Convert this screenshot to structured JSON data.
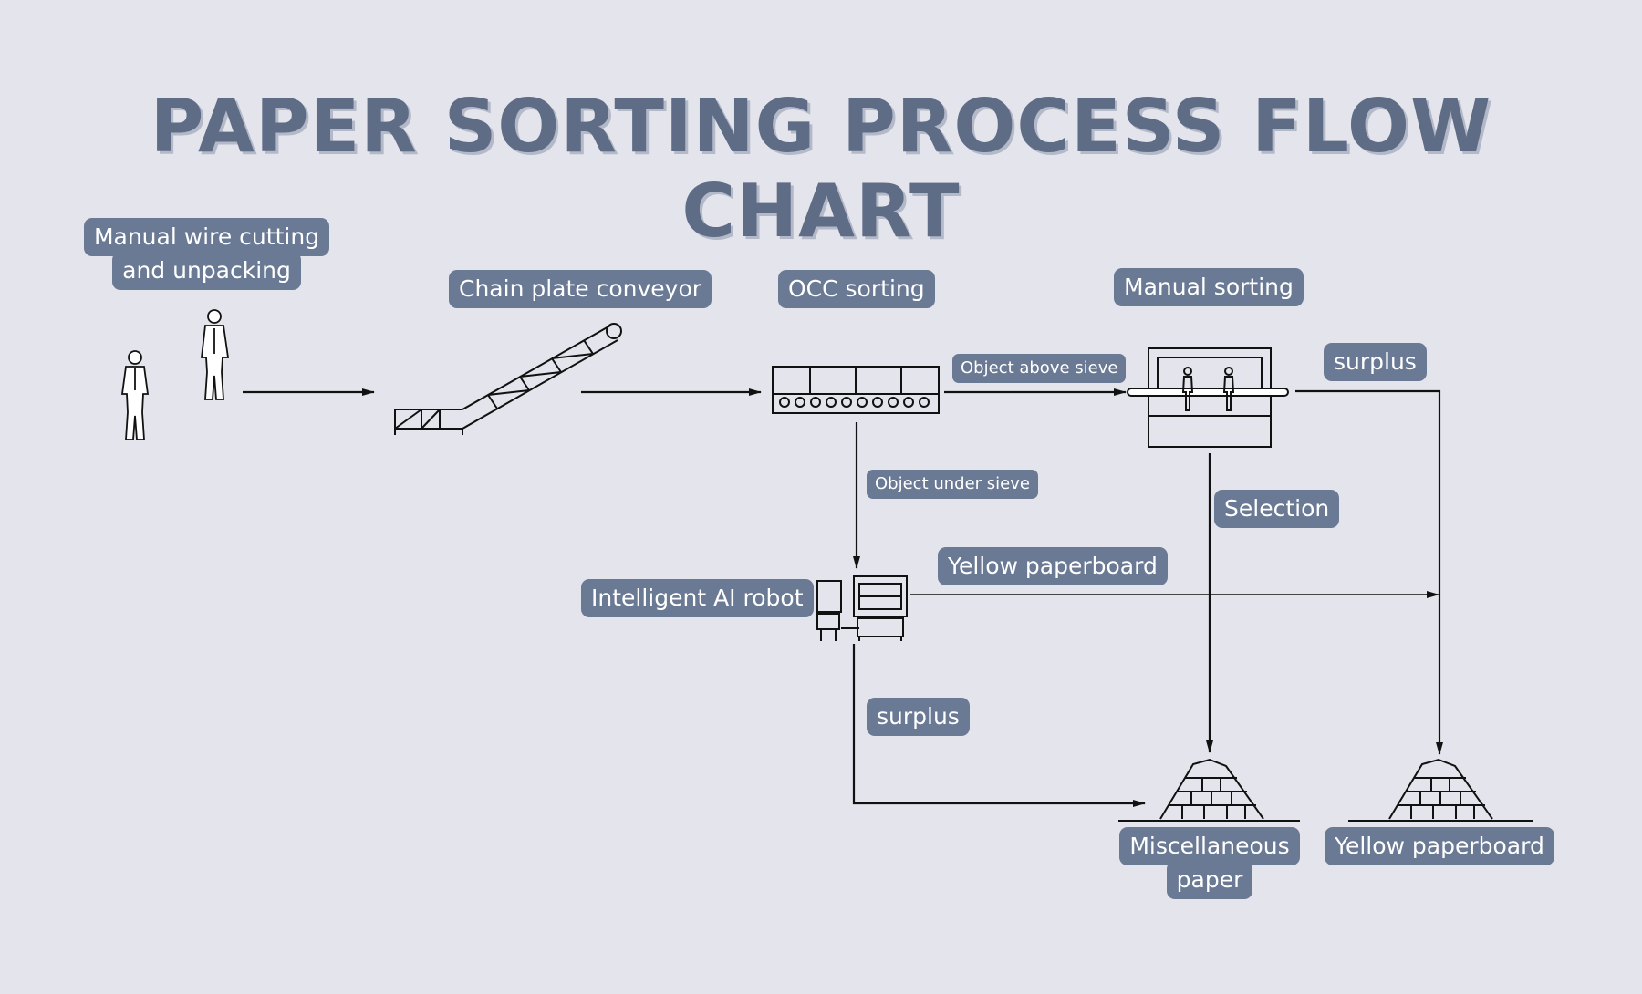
{
  "title": "PAPER SORTING PROCESS FLOW CHART",
  "nodes": {
    "manual_cutting": {
      "line1": "Manual wire cutting",
      "line2": "and unpacking"
    },
    "chain_conveyor": {
      "label": "Chain plate conveyor"
    },
    "occ_sorting": {
      "label": "OCC sorting"
    },
    "manual_sorting": {
      "label": "Manual sorting"
    },
    "ai_robot": {
      "label": "Intelligent AI robot"
    },
    "misc_paper": {
      "line1": "Miscellaneous",
      "line2": "paper"
    },
    "yellow_pile": {
      "label": "Yellow paperboard"
    }
  },
  "edges": {
    "above_sieve": "Object above sieve",
    "under_sieve": "Object under sieve",
    "surplus_top": "surplus",
    "selection": "Selection",
    "yellow_paperboard": "Yellow paperboard",
    "surplus_bottom": "surplus"
  },
  "icons": [
    "worker-icon",
    "worker-icon",
    "conveyor-icon",
    "screen-machine-icon",
    "sorting-station-icon",
    "ai-robot-icon",
    "paper-pile-icon",
    "paper-pile-icon"
  ],
  "colors": {
    "background": "#e4e5ec",
    "label_bg": "#6a7994",
    "title": "#5e6c85",
    "lines": "#111111"
  }
}
